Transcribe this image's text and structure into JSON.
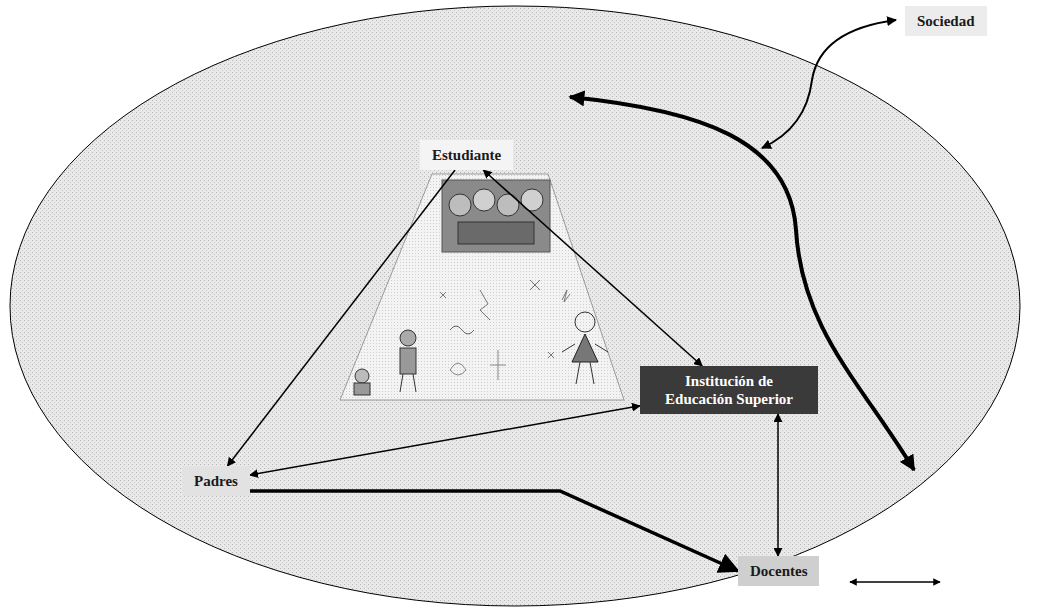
{
  "diagram": {
    "nodes": [
      {
        "text": [
          "Sociedad"
        ]
      },
      {
        "text": [
          "Estudiante"
        ]
      },
      {
        "text": [
          "Institución de Educación Superior"
        ]
      },
      {
        "text": [
          "Padres"
        ]
      },
      {
        "text": [
          "Docentes"
        ]
      }
    ],
    "edges": [
      {
        "from": 1,
        "to": 3,
        "arrow": "to"
      },
      {
        "from": 1,
        "to": 2,
        "arrow": "both"
      },
      {
        "from": 3,
        "to": 2,
        "arrow": "both"
      },
      {
        "from": 3,
        "to": 4,
        "arrow": "to"
      },
      {
        "from": 2,
        "to": 4,
        "arrow": "both"
      }
    ]
  }
}
